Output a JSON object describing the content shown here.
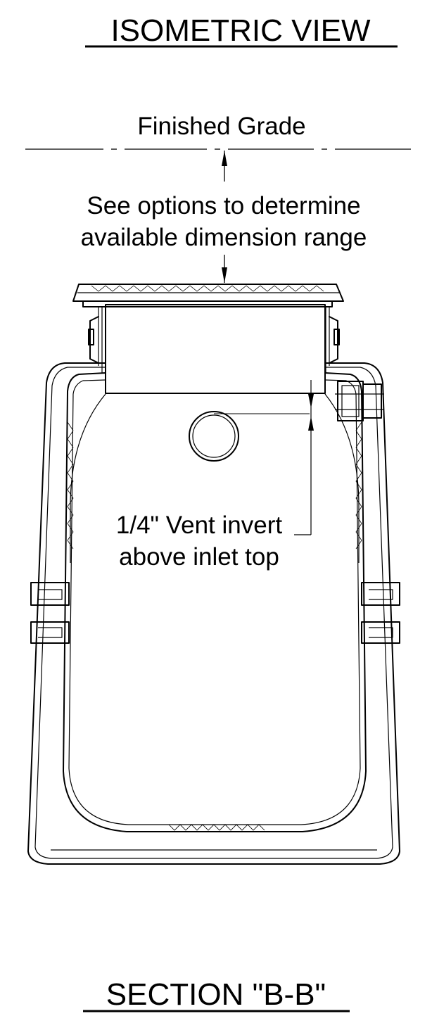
{
  "title_top": "ISOMETRIC VIEW",
  "title_bottom": "SECTION \"B-B\"",
  "annotations": {
    "finished_grade": "Finished Grade",
    "options_line1": "See options to determine",
    "options_line2": "available dimension range",
    "vent_line1": "1/4\" Vent invert",
    "vent_line2": "above inlet top"
  },
  "colors": {
    "ink": "#000000",
    "paper": "#ffffff"
  }
}
